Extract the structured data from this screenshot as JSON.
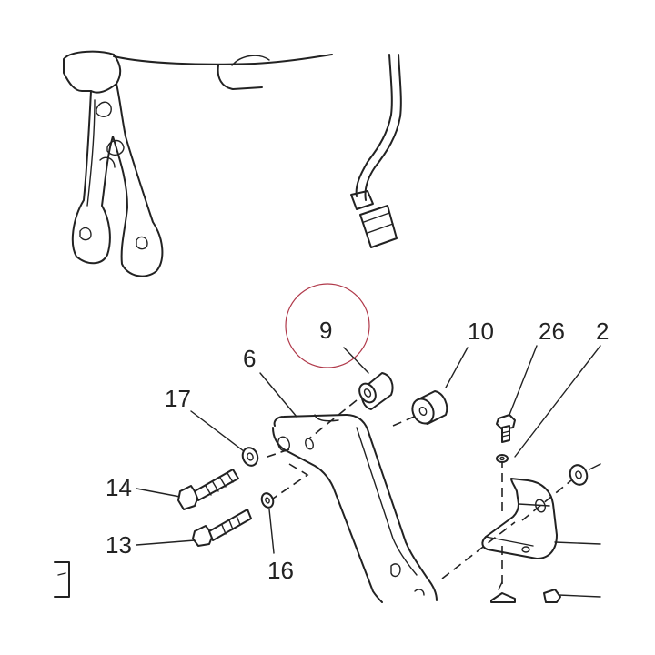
{
  "labels": {
    "part_9": "9",
    "part_10": "10",
    "part_26": "26",
    "part_2_partial": "2",
    "part_6": "6",
    "part_17": "17",
    "part_14": "14",
    "part_13": "13",
    "part_16": "16"
  },
  "colors": {
    "line": "#222222",
    "highlight_circle": "#b0394a",
    "background": "#ffffff"
  }
}
